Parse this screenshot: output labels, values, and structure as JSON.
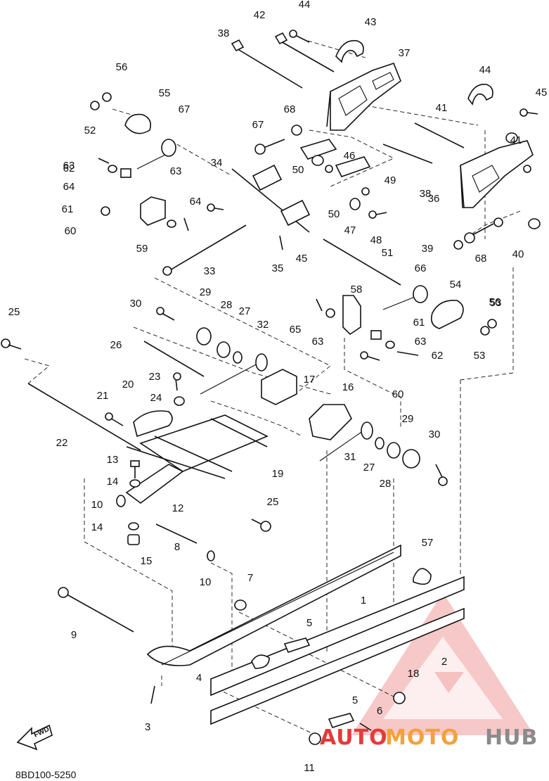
{
  "diagram_code": "8BD100-5250",
  "fwd_label": "FWD",
  "watermark": {
    "part1": "AUTO",
    "part2": "MOTO",
    "part3": "HUB",
    "color_red": "#e23b3b",
    "color_orange": "#f2a23a",
    "color_gray": "#8a8a8a"
  },
  "callouts": [
    "1",
    "2",
    "3",
    "4",
    "5",
    "5",
    "6",
    "7",
    "8",
    "9",
    "10",
    "10",
    "11",
    "12",
    "13",
    "14",
    "14",
    "15",
    "16",
    "17",
    "18",
    "19",
    "20",
    "21",
    "22",
    "23",
    "24",
    "25",
    "25",
    "26",
    "27",
    "27",
    "28",
    "28",
    "29",
    "29",
    "30",
    "30",
    "31",
    "32",
    "33",
    "34",
    "35",
    "36",
    "37",
    "38",
    "38",
    "39",
    "40",
    "41",
    "41",
    "42",
    "43",
    "44",
    "44",
    "45",
    "45",
    "46",
    "47",
    "48",
    "49",
    "50",
    "50",
    "51",
    "52",
    "53",
    "53",
    "54",
    "55",
    "56",
    "56",
    "57",
    "58",
    "59",
    "60",
    "60",
    "61",
    "61",
    "62",
    "62",
    "63",
    "63",
    "63",
    "63",
    "64",
    "64",
    "65",
    "66",
    "67",
    "67",
    "68",
    "68"
  ]
}
